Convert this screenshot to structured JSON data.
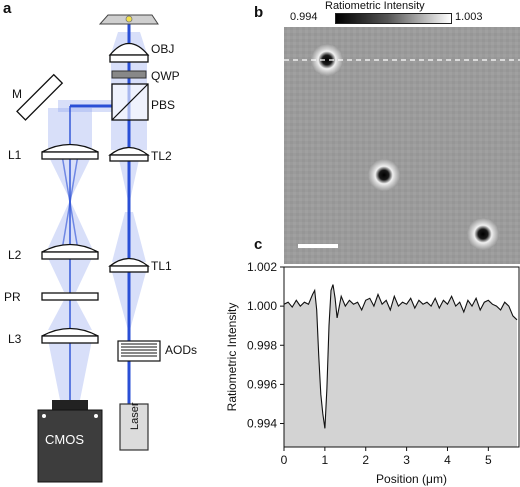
{
  "panels": {
    "a": "a",
    "b": "b",
    "c": "c"
  },
  "optics": {
    "objective": "OBJ",
    "qwp": "QWP",
    "pbs": "PBS",
    "mirror": "M",
    "tl2": "TL2",
    "tl1": "TL1",
    "aods": "AODs",
    "laser": "Laser",
    "l1": "L1",
    "l2": "L2",
    "pr": "PR",
    "l3": "L3",
    "camera": "CMOS"
  },
  "colorbar": {
    "title": "Ratiometric Intensity",
    "min": "0.994",
    "max": "1.003"
  },
  "colors": {
    "beam": "#2a4fd6",
    "beam_fan": "#8ea2ee",
    "fill_area": "#d3d3d3",
    "camera_body": "#3d3d3d"
  },
  "chart_data": {
    "type": "area",
    "xlabel": "Position (μm)",
    "ylabel": "Ratiometric Intensity",
    "xlim": [
      0,
      5.75
    ],
    "ylim": [
      0.9928,
      1.002
    ],
    "xticks": [
      "0",
      "1",
      "2",
      "3",
      "4",
      "5"
    ],
    "yticks": [
      "0.994",
      "0.996",
      "0.998",
      "1.000",
      "1.002"
    ],
    "grid": false,
    "series": [
      {
        "x": [
          0,
          0.1,
          0.2,
          0.3,
          0.4,
          0.5,
          0.6,
          0.7,
          0.75,
          0.8,
          0.85,
          0.9,
          0.95,
          1.0,
          1.05,
          1.1,
          1.15,
          1.2,
          1.25,
          1.3,
          1.4,
          1.5,
          1.6,
          1.7,
          1.8,
          1.9,
          2.0,
          2.1,
          2.2,
          2.3,
          2.4,
          2.5,
          2.6,
          2.7,
          2.8,
          2.9,
          3.0,
          3.1,
          3.2,
          3.3,
          3.4,
          3.5,
          3.6,
          3.7,
          3.8,
          3.9,
          4.0,
          4.1,
          4.2,
          4.3,
          4.4,
          4.5,
          4.6,
          4.7,
          4.8,
          4.9,
          5.0,
          5.1,
          5.2,
          5.3,
          5.4,
          5.5,
          5.6,
          5.7
        ],
        "y": [
          1.0001,
          1.0002,
          0.99995,
          1.0003,
          1.0,
          1.0002,
          1.0001,
          1.0006,
          1.0008,
          0.9998,
          0.9975,
          0.9955,
          0.9945,
          0.99375,
          0.9958,
          0.999,
          1.0008,
          1.0011,
          1.0004,
          0.9994,
          1.0005,
          1.0,
          1.0003,
          1.0001,
          1.0002,
          0.9998,
          1.0003,
          1.0004,
          1.0,
          1.0006,
          1.0001,
          1.0003,
          0.9998,
          1.0005,
          1.0,
          1.0002,
          1.0001,
          1.0004,
          0.9999,
          1.0003,
          1.0001,
          1.0002,
          1.0,
          1.0004,
          0.9999,
          1.0003,
          1.0001,
          1.0005,
          1.0,
          1.0002,
          0.9997,
          1.0003,
          1.0,
          1.0004,
          0.9998,
          1.0002,
          1.0003,
          1.0001,
          1.0,
          0.9998,
          1.0002,
          1.0,
          0.9995,
          0.9993
        ]
      }
    ]
  }
}
